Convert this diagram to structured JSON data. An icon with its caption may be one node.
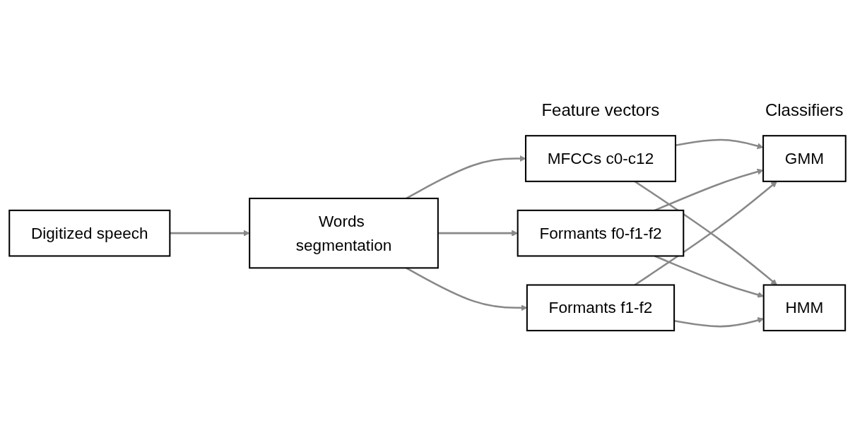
{
  "diagram": {
    "nodes": [
      {
        "text": [
          "Digitized speech"
        ]
      },
      {
        "text": [
          "Words segmentation"
        ]
      },
      {
        "text": [
          "MFCCs c0-c12"
        ]
      },
      {
        "text": [
          "Formants f0-f1-f2"
        ]
      },
      {
        "text": [
          "Formants f1-f2"
        ]
      },
      {
        "text": [
          "GMM"
        ]
      },
      {
        "text": [
          "HMM"
        ]
      }
    ],
    "edges": [
      {
        "from": 0,
        "to": 1,
        "arrow": "to"
      },
      {
        "from": 1,
        "to": 2,
        "arrow": "to"
      },
      {
        "from": 1,
        "to": 3,
        "arrow": "to"
      },
      {
        "from": 1,
        "to": 4,
        "arrow": "to"
      },
      {
        "from": 2,
        "to": 5,
        "arrow": "to"
      },
      {
        "from": 2,
        "to": 6,
        "arrow": "to"
      },
      {
        "from": 3,
        "to": 5,
        "arrow": "to"
      },
      {
        "from": 3,
        "to": 6,
        "arrow": "to"
      },
      {
        "from": 4,
        "to": 5,
        "arrow": "to"
      },
      {
        "from": 4,
        "to": 6,
        "arrow": "to"
      }
    ],
    "labels": [
      "Feature vectors",
      "Classifiers"
    ]
  }
}
